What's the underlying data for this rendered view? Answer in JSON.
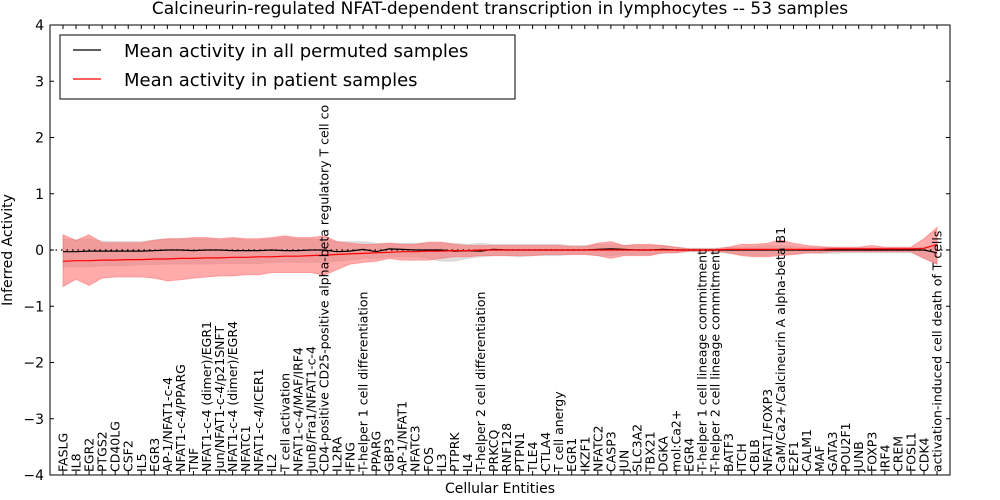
{
  "chart_data": {
    "type": "line",
    "title": "Calcineurin-regulated NFAT-dependent transcription in lymphocytes -- 53 samples",
    "xlabel": "Cellular Entities",
    "ylabel": "Inferred Activity",
    "ylim": [
      -4,
      4
    ],
    "yticks": [
      "−4",
      "−3",
      "−2",
      "−1",
      "0",
      "1",
      "2",
      "3",
      "4"
    ],
    "legend_position": "top-left",
    "grid": false,
    "categories": [
      "FASLG",
      "IL8",
      "EGR2",
      "PTGS2",
      "CD40LG",
      "CSF2",
      "IL5",
      "EGR3",
      "AP-1/NFAT1-c-4",
      "NFAT1-c-4/PPARG",
      "TNF",
      "NFAT1-c-4 (dimer)/EGR1",
      "Jun/NFAT1-c-4/p21SNFT",
      "NFAT1-c-4 (dimer)/EGR4",
      "NFATC1",
      "NFAT1-c-4/ICER1",
      "IL2",
      "T cell activation",
      "NFAT1-c-4/MAF/IRF4",
      "JunB/Fra1/NFAT1-c-4",
      "CD4-positive CD25-positive alpha-beta regulatory T cell co",
      "IL2RA",
      "IFNG",
      "T-helper 1 cell differentiation",
      "PPARG",
      "GBP3",
      "AP-1/NFAT1",
      "NFATC3",
      "FOS",
      "IL3",
      "PTPRK",
      "IL4",
      "T-helper 2 cell differentiation",
      "PRKCQ",
      "RNF128",
      "PTPN1",
      "TLE4",
      "CTLA4",
      "T cell anergy",
      "EGR1",
      "IKZF1",
      "NFATC2",
      "CASP3",
      "JUN",
      "SLC3A2",
      "TBX21",
      "DGKA",
      "mol:Ca2+",
      "EGR4",
      "T-helper 1 cell lineage commitment",
      "T-helper 2 cell lineage commitment",
      "BATF3",
      "ITCH",
      "CBLB",
      "NFAT1/FOXP3",
      "CaM/Ca2+/Calcineurin A alpha-beta B1",
      "E2F1",
      "CALM1",
      "MAF",
      "GATA3",
      "POU2F1",
      "JUNB",
      "FOXP3",
      "IRF4",
      "CREM",
      "FOSL1",
      "CDK4",
      "activation-induced cell death of T cells"
    ],
    "series": [
      {
        "name": "Mean activity in all permuted samples",
        "color": "#000000",
        "band_color": "#c8c8c8",
        "values": [
          -0.03,
          -0.03,
          -0.02,
          -0.02,
          -0.02,
          -0.02,
          -0.02,
          -0.01,
          0,
          0,
          -0.01,
          0,
          0,
          -0.01,
          -0.01,
          -0.01,
          0,
          -0.01,
          -0.01,
          0,
          0,
          -0.03,
          -0.02,
          0.01,
          -0.03,
          0.02,
          0.01,
          0,
          0,
          0,
          -0.02,
          -0.01,
          -0.02,
          0.01,
          0,
          0,
          0,
          0,
          0,
          0,
          0,
          0.01,
          0.02,
          0.01,
          0,
          0,
          0.01,
          0,
          0,
          0,
          0,
          0,
          0,
          0,
          0,
          0,
          0,
          0,
          0,
          0,
          0,
          0,
          0,
          0,
          0,
          0,
          0,
          -0.05
        ],
        "upper": [
          0.2,
          0.18,
          0.2,
          0.16,
          0.15,
          0.15,
          0.15,
          0.18,
          0.2,
          0.2,
          0.2,
          0.2,
          0.18,
          0.2,
          0.18,
          0.18,
          0.2,
          0.22,
          0.2,
          0.2,
          0.18,
          0.15,
          0.15,
          0.15,
          0.12,
          0.12,
          0.12,
          0.12,
          0.12,
          0.12,
          0.12,
          0.1,
          0.12,
          0.1,
          0.1,
          0.1,
          0.1,
          0.1,
          0.1,
          0.08,
          0.08,
          0.1,
          0.1,
          0.08,
          0.08,
          0.08,
          0.08,
          0.05,
          0.03,
          0.03,
          0.03,
          0.05,
          0.05,
          0.06,
          0.08,
          0.08,
          0.06,
          0.05,
          0.05,
          0.05,
          0.04,
          0.04,
          0.04,
          0.04,
          0.04,
          0.04,
          0.05,
          0.1
        ],
        "lower": [
          -0.3,
          -0.3,
          -0.3,
          -0.28,
          -0.28,
          -0.28,
          -0.26,
          -0.26,
          -0.25,
          -0.25,
          -0.25,
          -0.25,
          -0.24,
          -0.24,
          -0.24,
          -0.24,
          -0.22,
          -0.22,
          -0.22,
          -0.22,
          -0.22,
          -0.2,
          -0.18,
          -0.15,
          -0.15,
          -0.12,
          -0.12,
          -0.12,
          -0.15,
          -0.2,
          -0.2,
          -0.15,
          -0.12,
          -0.1,
          -0.1,
          -0.12,
          -0.1,
          -0.1,
          -0.1,
          -0.08,
          -0.08,
          -0.1,
          -0.1,
          -0.08,
          -0.08,
          -0.08,
          -0.06,
          -0.05,
          -0.03,
          -0.03,
          -0.03,
          -0.06,
          -0.08,
          -0.1,
          -0.1,
          -0.08,
          -0.08,
          -0.06,
          -0.06,
          -0.06,
          -0.05,
          -0.05,
          -0.05,
          -0.05,
          -0.05,
          -0.05,
          -0.15,
          -0.25
        ]
      },
      {
        "name": "Mean activity in patient samples",
        "color": "#ff0000",
        "band_color": "#ff6666",
        "values": [
          -0.2,
          -0.19,
          -0.19,
          -0.18,
          -0.18,
          -0.17,
          -0.17,
          -0.16,
          -0.16,
          -0.15,
          -0.15,
          -0.14,
          -0.14,
          -0.13,
          -0.13,
          -0.12,
          -0.12,
          -0.11,
          -0.11,
          -0.1,
          -0.09,
          -0.08,
          -0.07,
          -0.06,
          -0.05,
          -0.04,
          -0.03,
          -0.03,
          -0.02,
          -0.02,
          -0.01,
          -0.01,
          0,
          0,
          0,
          0,
          0,
          0,
          0,
          0,
          0,
          0,
          0,
          0,
          0,
          0,
          0,
          0,
          0,
          0,
          0,
          0.01,
          0.01,
          0.01,
          0.01,
          0.01,
          0.01,
          0.01,
          0.01,
          0.02,
          0.02,
          0.02,
          0.02,
          0.02,
          0.02,
          0.02,
          0.03,
          0.1
        ],
        "upper": [
          0.27,
          0.17,
          0.27,
          0.13,
          0.13,
          0.13,
          0.13,
          0.17,
          0.2,
          0.2,
          0.22,
          0.22,
          0.2,
          0.22,
          0.2,
          0.2,
          0.22,
          0.25,
          0.22,
          0.22,
          0.25,
          0.15,
          0.12,
          0.1,
          0.1,
          0.12,
          0.1,
          0.1,
          0.14,
          0.14,
          0.1,
          0.08,
          0.08,
          0.08,
          0.08,
          0.08,
          0.08,
          0.08,
          0.08,
          0.06,
          0.06,
          0.12,
          0.15,
          0.08,
          0.1,
          0.1,
          0.08,
          0.05,
          0.02,
          0.02,
          0.02,
          0.05,
          0.1,
          0.1,
          0.12,
          0.18,
          0.12,
          0.08,
          0.06,
          0.05,
          0.05,
          0.05,
          0.08,
          0.05,
          0.05,
          0.05,
          0.2,
          0.4
        ],
        "lower": [
          -0.65,
          -0.52,
          -0.63,
          -0.5,
          -0.48,
          -0.48,
          -0.48,
          -0.5,
          -0.55,
          -0.53,
          -0.5,
          -0.48,
          -0.46,
          -0.46,
          -0.44,
          -0.44,
          -0.4,
          -0.4,
          -0.4,
          -0.4,
          -0.45,
          -0.35,
          -0.25,
          -0.22,
          -0.2,
          -0.15,
          -0.18,
          -0.18,
          -0.18,
          -0.15,
          -0.12,
          -0.12,
          -0.1,
          -0.1,
          -0.1,
          -0.1,
          -0.1,
          -0.08,
          -0.08,
          -0.08,
          -0.08,
          -0.1,
          -0.15,
          -0.1,
          -0.1,
          -0.1,
          -0.05,
          -0.05,
          -0.02,
          -0.02,
          -0.02,
          -0.05,
          -0.1,
          -0.12,
          -0.12,
          -0.1,
          -0.08,
          -0.05,
          -0.05,
          -0.03,
          -0.03,
          -0.03,
          -0.03,
          -0.03,
          -0.03,
          -0.03,
          -0.15,
          -0.25
        ]
      }
    ]
  }
}
